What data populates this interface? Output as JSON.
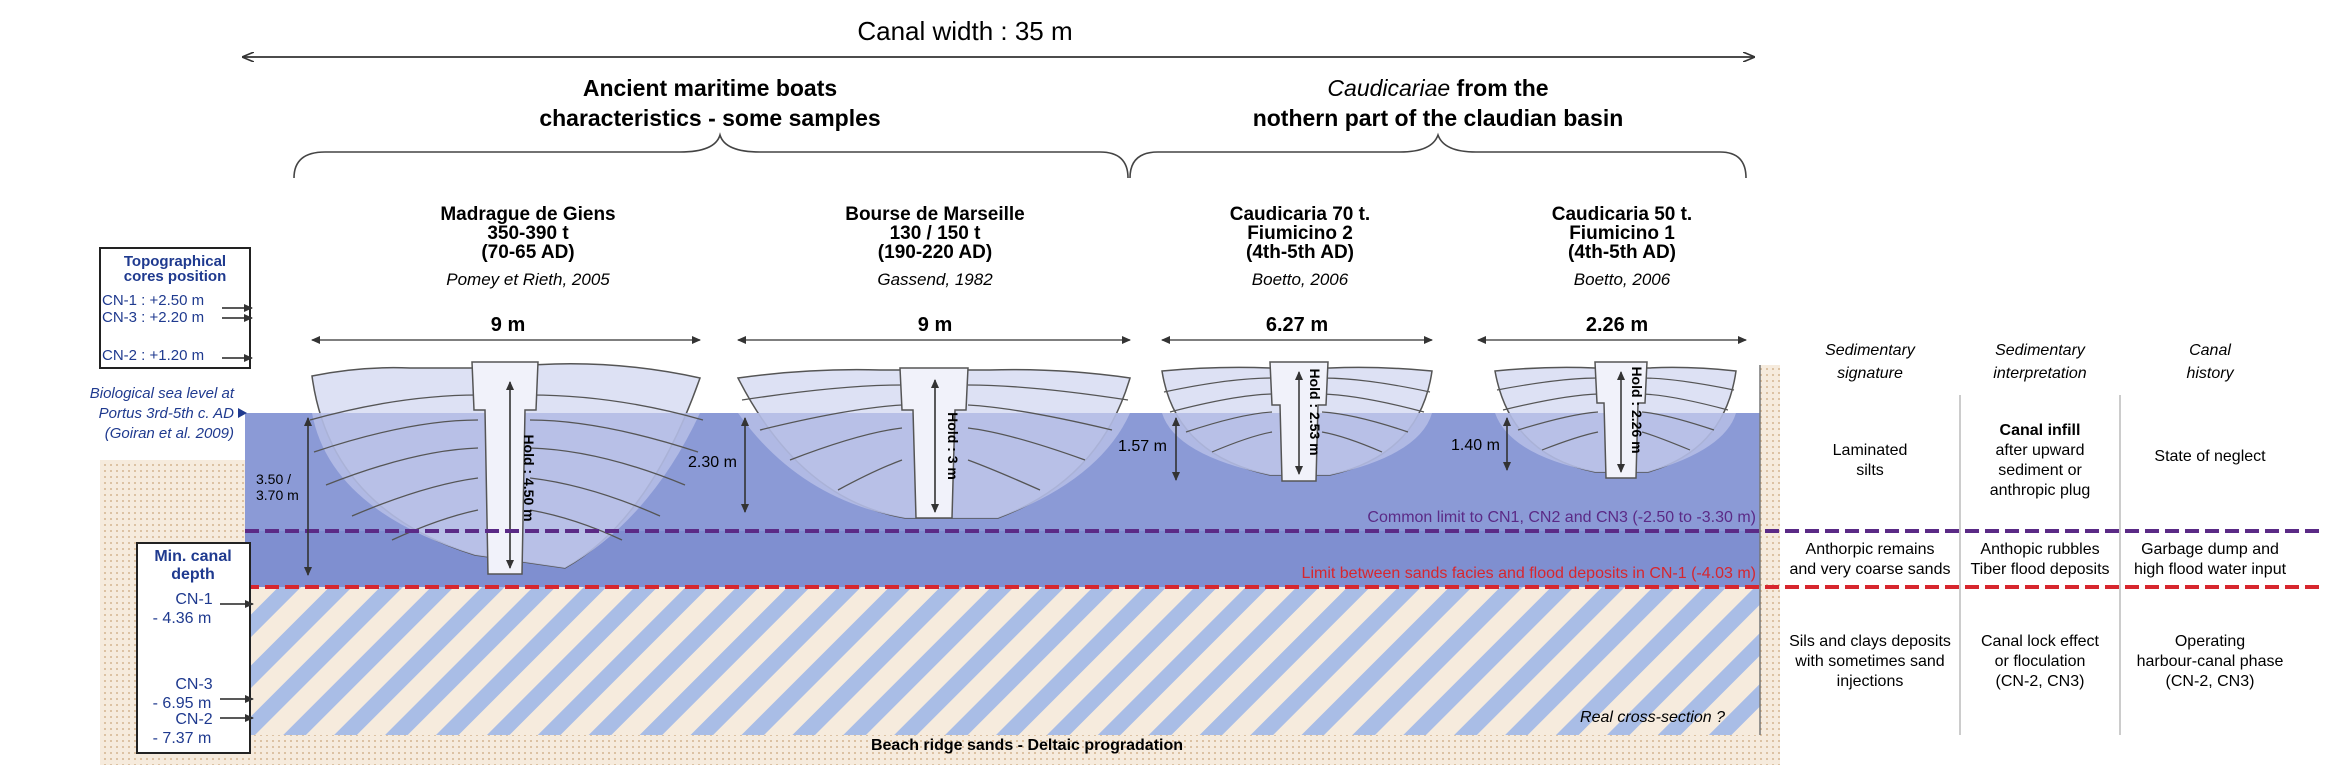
{
  "canal_width_label": "Canal width : 35 m",
  "group_left": {
    "line1": "Ancient maritime boats",
    "line2": "characteristics - some samples"
  },
  "group_right": {
    "line1_italic": "Caudicariae",
    "line1_rest": " from the",
    "line2": "nothern part of the claudian basin"
  },
  "boats": [
    {
      "name": "Madrague de Giens",
      "tonnage": "350-390 t",
      "date": "(70-65 AD)",
      "ref": "Pomey et Rieth, 2005",
      "width": "9 m",
      "hold": "Hold : 4.50 m",
      "draught": "3.50 /",
      "draught2": "3.70 m"
    },
    {
      "name": "Bourse de Marseille",
      "tonnage": "130 / 150 t",
      "date": "(190-220 AD)",
      "ref": "Gassend, 1982",
      "width": "9 m",
      "hold": "Hold : 3 m",
      "draught": "2.30 m",
      "draught2": ""
    },
    {
      "name": "Caudicaria 70 t.",
      "tonnage": "Fiumicino 2",
      "date": "(4th-5th AD)",
      "ref": "Boetto, 2006",
      "width": "6.27 m",
      "hold": "Hold : 2.53 m",
      "draught": "1.57 m",
      "draught2": ""
    },
    {
      "name": "Caudicaria 50 t.",
      "tonnage": "Fiumicino 1",
      "date": "(4th-5th AD)",
      "ref": "Boetto, 2006",
      "width": "2.26 m",
      "hold": "Hold : 2.26 m",
      "draught": "1.40 m",
      "draught2": ""
    }
  ],
  "topo_box": {
    "title1": "Topographical",
    "title2": "cores position",
    "cores": [
      "CN-1 : +2.50 m",
      "CN-3 : +2.20 m",
      "CN-2 : +1.20 m"
    ]
  },
  "sea_level": {
    "line1": "Biological sea level at",
    "line2": "Portus 3rd-5th c. AD",
    "line3": "(Goiran et al. 2009)"
  },
  "min_depth_box": {
    "title1": "Min. canal",
    "title2": "depth",
    "cores": [
      {
        "name": "CN-1",
        "value": "- 4.36 m"
      },
      {
        "name": "CN-3",
        "value": "- 6.95 m"
      },
      {
        "name": "CN-2",
        "value": "- 7.37 m"
      }
    ]
  },
  "lines": {
    "common_limit": "Common limit to CN1, CN2 and CN3 (-2.50 to -3.30 m)",
    "sand_limit": "Limit between sands facies and flood deposits in CN-1 (-4.03 m)"
  },
  "bottom_labels": {
    "real_section": "Real cross-section ?",
    "beach_ridge": "Beach ridge sands - Deltaic progradation"
  },
  "table": {
    "headers": [
      {
        "line1": "Sedimentary",
        "line2": "signature"
      },
      {
        "line1": "Sedimentary",
        "line2": "interpretation"
      },
      {
        "line1": "Canal",
        "line2": "history"
      }
    ],
    "rows": [
      [
        [
          "Laminated",
          "silts"
        ],
        [
          "Canal infill",
          "after upward",
          "sediment or",
          "anthropic plug"
        ],
        [
          "State of neglect"
        ]
      ],
      [
        [
          "Anthorpic remains",
          "and very coarse sands"
        ],
        [
          "Anthopic rubbles",
          "Tiber flood deposits"
        ],
        [
          "Garbage dump and",
          "high flood water input"
        ]
      ],
      [
        [
          "Sils and clays deposits",
          "with sometimes sand",
          "injections"
        ],
        [
          "Canal lock effect",
          "or floculation",
          "(CN-2, CN3)"
        ],
        [
          "Operating",
          "harbour-canal phase",
          "(CN-2, CN3)"
        ]
      ]
    ]
  },
  "colors": {
    "water": "#8b9ad6",
    "water_light": "#dde1f4",
    "sand": "#f6ebdd",
    "stripe_blue": "#a9bde6",
    "purple_line": "#5b2a86",
    "red_line": "#d7262e",
    "navy_text": "#1f3a8f"
  }
}
